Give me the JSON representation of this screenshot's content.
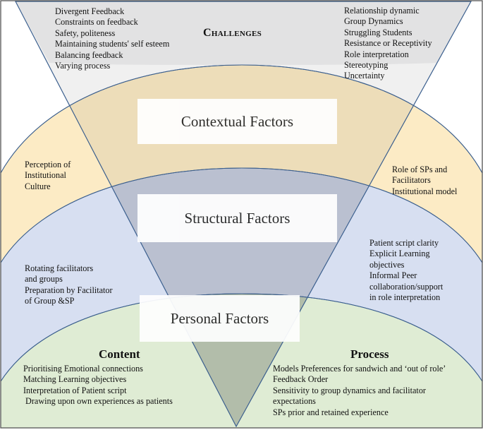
{
  "challenges": {
    "title": "Challenges",
    "left_items": [
      "Divergent Feedback",
      "Constraints on feedback",
      "Safety, politeness",
      "Maintaining students' self esteem",
      "Balancing feedback",
      "Varying process"
    ],
    "right_items": [
      "Relationship dynamic",
      "Group Dynamics",
      "Struggling Students",
      "Resistance or Receptivity",
      "Role interpretation",
      "Stereotyping",
      "Uncertainty"
    ]
  },
  "contextual": {
    "label": "Contextual Factors",
    "left_items": [
      "Perception of",
      "Institutional",
      "Culture"
    ],
    "right_items": [
      "Role of SPs and",
      "Facilitators",
      "Institutional model"
    ]
  },
  "structural": {
    "label": "Structural Factors",
    "left_items": [
      "Rotating facilitators",
      "and groups",
      "Preparation by Facilitator",
      "of Group &SP"
    ],
    "right_items": [
      "Patient script clarity",
      "Explicit Learning",
      "objectives",
      "Informal Peer",
      "collaboration/support",
      "in role interpretation"
    ]
  },
  "personal": {
    "label": "Personal Factors",
    "content": {
      "heading": "Content",
      "items": [
        "Prioritising Emotional connections",
        "Matching Learning objectives",
        "Interpretation of Patient script",
        " Drawing upon own experiences as patients"
      ]
    },
    "process": {
      "heading": "Process",
      "items": [
        "Models Preferences for sandwich and ‘out of role’",
        "Feedback Order",
        "Sensitivity to group dynamics and facilitator",
        "expectations",
        "SPs prior and retained experience"
      ]
    }
  },
  "colors": {
    "challenges_fill": "#f1f1f2",
    "contextual_fill": "#fcebc5",
    "structural_fill": "#d7dff1",
    "personal_fill": "#dfecd4",
    "triangle_fill": "#bdbdc0",
    "outline": "#3b5f8e",
    "border": "#555555"
  }
}
